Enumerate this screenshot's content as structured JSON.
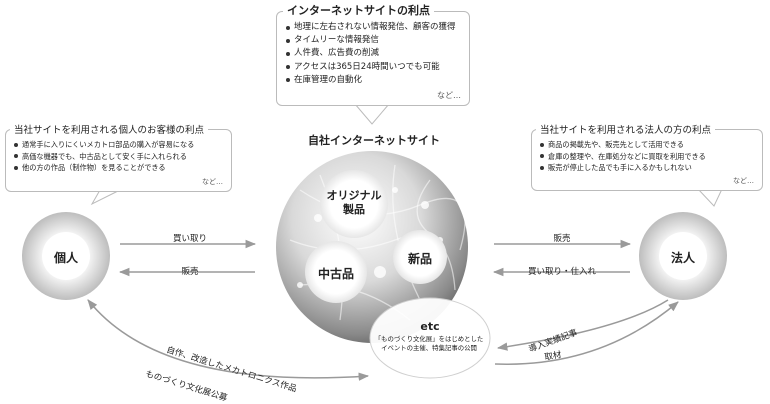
{
  "internet_benefits": {
    "title": "インターネットサイトの利点",
    "points": [
      "地理に左右されない情報発信、顧客の獲得",
      "タイムリーな情報発信",
      "人件費、広告費の削減",
      "アクセスは365日24時間いつでも可能",
      "在庫管理の自動化"
    ],
    "etc": "など…"
  },
  "individual_benefits": {
    "title": "当社サイトを利用される個人のお客様の利点",
    "points": [
      "通常手に入りにくいメカトロ部品の購入が容易になる",
      "高価な機器でも、中古品として安く手に入れられる",
      "他の方の作品（制作物）を見ることができる"
    ],
    "etc": "など…"
  },
  "corporate_benefits": {
    "title": "当社サイトを利用される法人の方の利点",
    "points": [
      "商品の掲載先や、販売先として活用できる",
      "倉庫の整理や、在庫処分などに買取を利用できる",
      "販売が停止した品でも手に入るかもしれない"
    ],
    "etc": "など…"
  },
  "center": {
    "title": "自社インターネットサイト",
    "original": [
      "オリジナル",
      "製品"
    ],
    "new": "新品",
    "used": "中古品",
    "etc_title": "etc",
    "etc_lines": [
      "「ものづくり文化展」をはじめとした",
      "イベントの主催、特集記事の公開"
    ]
  },
  "nodes": {
    "individual": "個人",
    "corporate": "法人"
  },
  "flows": {
    "ind_to_site": "買い取り",
    "site_to_ind": "販売",
    "site_to_corp": "販売",
    "corp_to_site": "買い取り・仕入れ",
    "ind_works": "自作、改造したメカトロニクス作品",
    "ind_exhibit": "ものづくり文化展公募",
    "corp_records": "導入実績記事",
    "corp_interview": "取材"
  },
  "colors": {
    "arrow": "#9a9a9a",
    "text": "#222222",
    "border": "#bbbbbb"
  }
}
